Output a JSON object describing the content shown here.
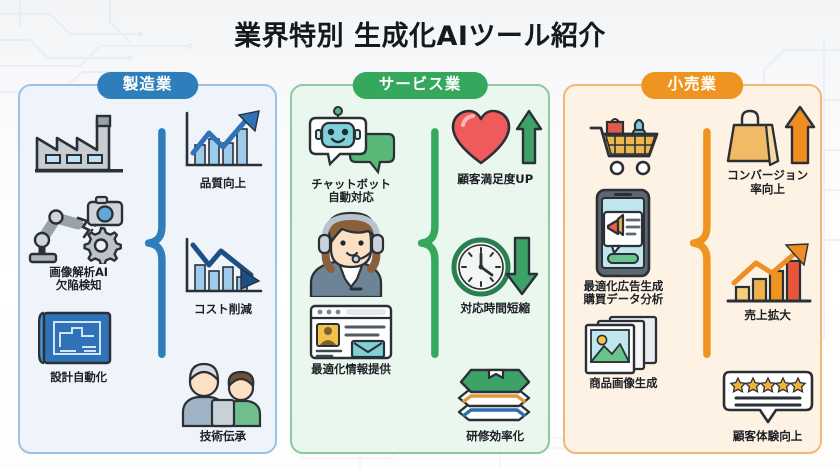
{
  "title": "業界特別 生成化AIツール紹介",
  "panels": [
    {
      "id": "manufacturing",
      "header": "製造業",
      "accent": "#2e7ebc",
      "background": "#eef4fa",
      "inputs": [
        {
          "icon": "factory-icon",
          "label": ""
        },
        {
          "icon": "robot-arm-camera-gear-icon",
          "label": "画像解析AI\n欠陥検知"
        },
        {
          "icon": "blueprint-icon",
          "label": "設計自動化"
        }
      ],
      "outputs": [
        {
          "icon": "chart-up-icon",
          "label": "品質向上"
        },
        {
          "icon": "chart-down-icon",
          "label": "コスト削減"
        },
        {
          "icon": "mentor-trainee-icon",
          "label": "技術伝承"
        }
      ]
    },
    {
      "id": "service",
      "header": "サービス業",
      "accent": "#35a85e",
      "background": "#eaf7ee",
      "inputs": [
        {
          "icon": "chatbot-icon",
          "label": "チャットボット\n自動対応"
        },
        {
          "icon": "headset-operator-icon",
          "label": ""
        },
        {
          "icon": "browser-profile-icon",
          "label": "最適化情報提供"
        }
      ],
      "outputs": [
        {
          "icon": "heart-up-arrow-icon",
          "label": "顧客満足度UP"
        },
        {
          "icon": "clock-down-arrow-icon",
          "label": "対応時間短縮"
        },
        {
          "icon": "book-stack-icon",
          "label": "研修効率化"
        }
      ]
    },
    {
      "id": "retail",
      "header": "小売業",
      "accent": "#ef9420",
      "background": "#fdf2e4",
      "inputs": [
        {
          "icon": "shopping-cart-icon",
          "label": ""
        },
        {
          "icon": "smartphone-megaphone-ad-icon",
          "label": "最適化広告生成\n購買データ分析"
        },
        {
          "icon": "product-photos-icon",
          "label": "商品画像生成"
        }
      ],
      "outputs": [
        {
          "icon": "shopping-bag-up-arrow-icon",
          "label": "コンバージョン\n率向上"
        },
        {
          "icon": "bar-chart-up-icon",
          "label": "売上拡大"
        },
        {
          "icon": "review-stars-bubble-icon",
          "label": "顧客体験向上"
        }
      ]
    }
  ]
}
